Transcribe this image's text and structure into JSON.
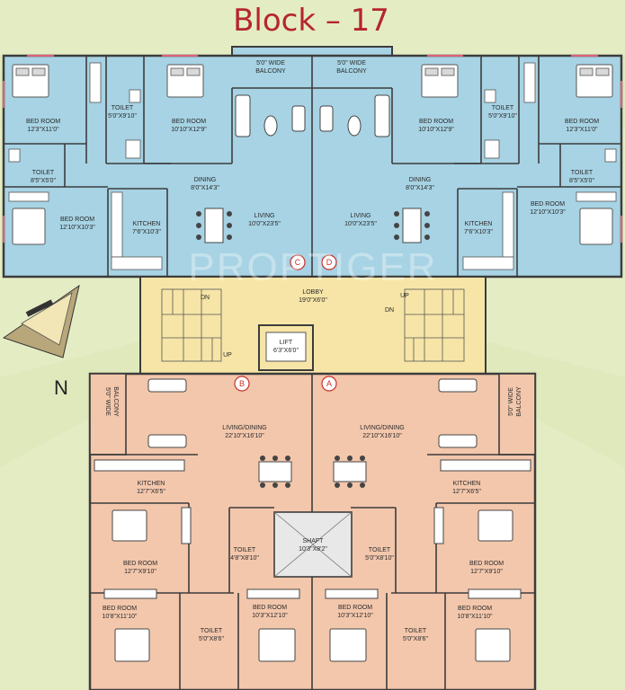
{
  "title": "Block – 17",
  "watermark": "PROPTIGER",
  "north": "N",
  "flats": {
    "a": "A",
    "b": "B",
    "c": "C",
    "d": "D"
  },
  "colors": {
    "upper": "#a7d3e4",
    "middle": "#f6e5a6",
    "lower": "#f3c7ac",
    "wall": "#3c3c3c",
    "title": "#b5262c"
  },
  "rooms": {
    "balcony_l": {
      "name": "5'0\" WIDE",
      "dim": "BALCONY"
    },
    "balcony_r": {
      "name": "5'0\" WIDE",
      "dim": "BALCONY"
    },
    "tl_bed1": {
      "name": "BED ROOM",
      "dim": "12'3\"X11'0\""
    },
    "tl_toilet1": {
      "name": "TOILET",
      "dim": "5'0\"X9'10\""
    },
    "tl_bed2": {
      "name": "BED ROOM",
      "dim": "10'10\"X12'9\""
    },
    "tl_toilet2": {
      "name": "TOILET",
      "dim": "8'5\"X5'0\""
    },
    "tl_dining": {
      "name": "DINING",
      "dim": "8'0\"X14'3\""
    },
    "tl_bed3": {
      "name": "BED ROOM",
      "dim": "12'10\"X10'3\""
    },
    "tl_kitchen": {
      "name": "KITCHEN",
      "dim": "7'6\"X10'3\""
    },
    "tl_living": {
      "name": "LIVING",
      "dim": "10'0\"X23'5\""
    },
    "tr_bed2": {
      "name": "BED ROOM",
      "dim": "10'10\"X12'9\""
    },
    "tr_toilet1": {
      "name": "TOILET",
      "dim": "5'0\"X9'10\""
    },
    "tr_bed1": {
      "name": "BED ROOM",
      "dim": "12'3\"X11'0\""
    },
    "tr_dining": {
      "name": "DINING",
      "dim": "8'0\"X14'3\""
    },
    "tr_toilet2": {
      "name": "TOILET",
      "dim": "8'5\"X5'0\""
    },
    "tr_living": {
      "name": "LIVING",
      "dim": "10'0\"X23'5\""
    },
    "tr_kitchen": {
      "name": "KITCHEN",
      "dim": "7'6\"X10'3\""
    },
    "tr_bed3": {
      "name": "BED ROOM",
      "dim": "12'10\"X10'3\""
    },
    "lobby": {
      "name": "LOBBY",
      "dim": "19'0\"X6'0\""
    },
    "lift": {
      "name": "LIFT",
      "dim": "6'3\"X6'0\""
    },
    "stair_l_dn": "DN",
    "stair_l_up": "UP",
    "stair_r_up": "UP",
    "stair_r_dn": "DN",
    "bl_balcony": {
      "name": "5'0\" WIDE",
      "dim": "BALCONY"
    },
    "br_balcony": {
      "name": "5'0\" WIDE",
      "dim": "BALCONY"
    },
    "bl_living": {
      "name": "LIVING/DINING",
      "dim": "22'10\"X16'10\""
    },
    "br_living": {
      "name": "LIVING/DINING",
      "dim": "22'10\"X16'10\""
    },
    "bl_kitchen": {
      "name": "KITCHEN",
      "dim": "12'7\"X6'5\""
    },
    "br_kitchen": {
      "name": "KITCHEN",
      "dim": "12'7\"X6'5\""
    },
    "shaft": {
      "name": "SHAFT",
      "dim": "10'3\"X8'2\""
    },
    "bl_toilet1": {
      "name": "TOILET",
      "dim": "4'8\"X8'10\""
    },
    "br_toilet1": {
      "name": "TOILET",
      "dim": "5'0\"X8'10\""
    },
    "bl_bed1": {
      "name": "BED ROOM",
      "dim": "12'7\"X9'10\""
    },
    "br_bed1": {
      "name": "BED ROOM",
      "dim": "12'7\"X9'10\""
    },
    "bl_bed2": {
      "name": "BED ROOM",
      "dim": "10'3\"X12'10\""
    },
    "br_bed2": {
      "name": "BED ROOM",
      "dim": "10'3\"X12'10\""
    },
    "bl_bed3": {
      "name": "BED ROOM",
      "dim": "10'8\"X11'10\""
    },
    "br_bed3": {
      "name": "BED ROOM",
      "dim": "10'8\"X11'10\""
    },
    "bl_toilet2": {
      "name": "TOILET",
      "dim": "5'0\"X8'6\""
    },
    "br_toilet2": {
      "name": "TOILET",
      "dim": "5'0\"X8'6\""
    }
  }
}
